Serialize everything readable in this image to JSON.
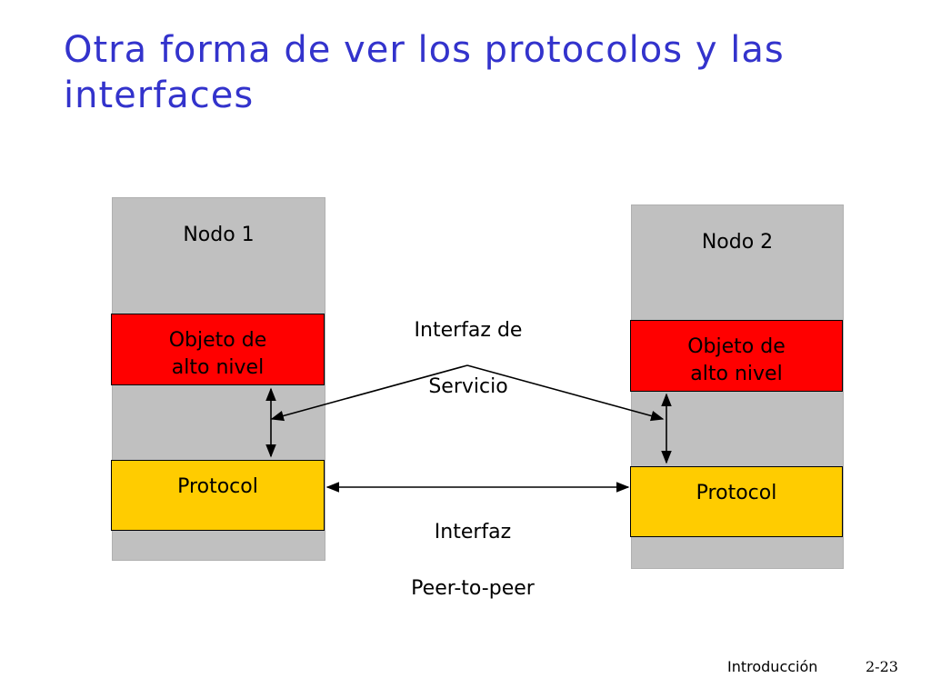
{
  "slide": {
    "title_line1": "Otra forma de ver los protocolos y las",
    "title_line2": "interfaces",
    "footer_section": "Introducción",
    "footer_page": "2-23"
  },
  "diagram": {
    "node1": {
      "label": "Nodo 1",
      "high_level_line1": "Objeto de",
      "high_level_line2": "alto nivel",
      "protocol": "Protocol"
    },
    "node2": {
      "label": "Nodo 2",
      "high_level_line1": "Objeto de",
      "high_level_line2": "alto nivel",
      "protocol": "Protocol"
    },
    "service_interface_line1": "Interfaz de",
    "service_interface_line2": "Servicio",
    "peer_interface_line1": "Interfaz",
    "peer_interface_line2": "Peer-to-peer"
  },
  "colors": {
    "title": "#3333CC",
    "node_background": "#C0C0C0",
    "high_level_object": "#FF0000",
    "protocol": "#FFCC00",
    "text": "#000000"
  }
}
